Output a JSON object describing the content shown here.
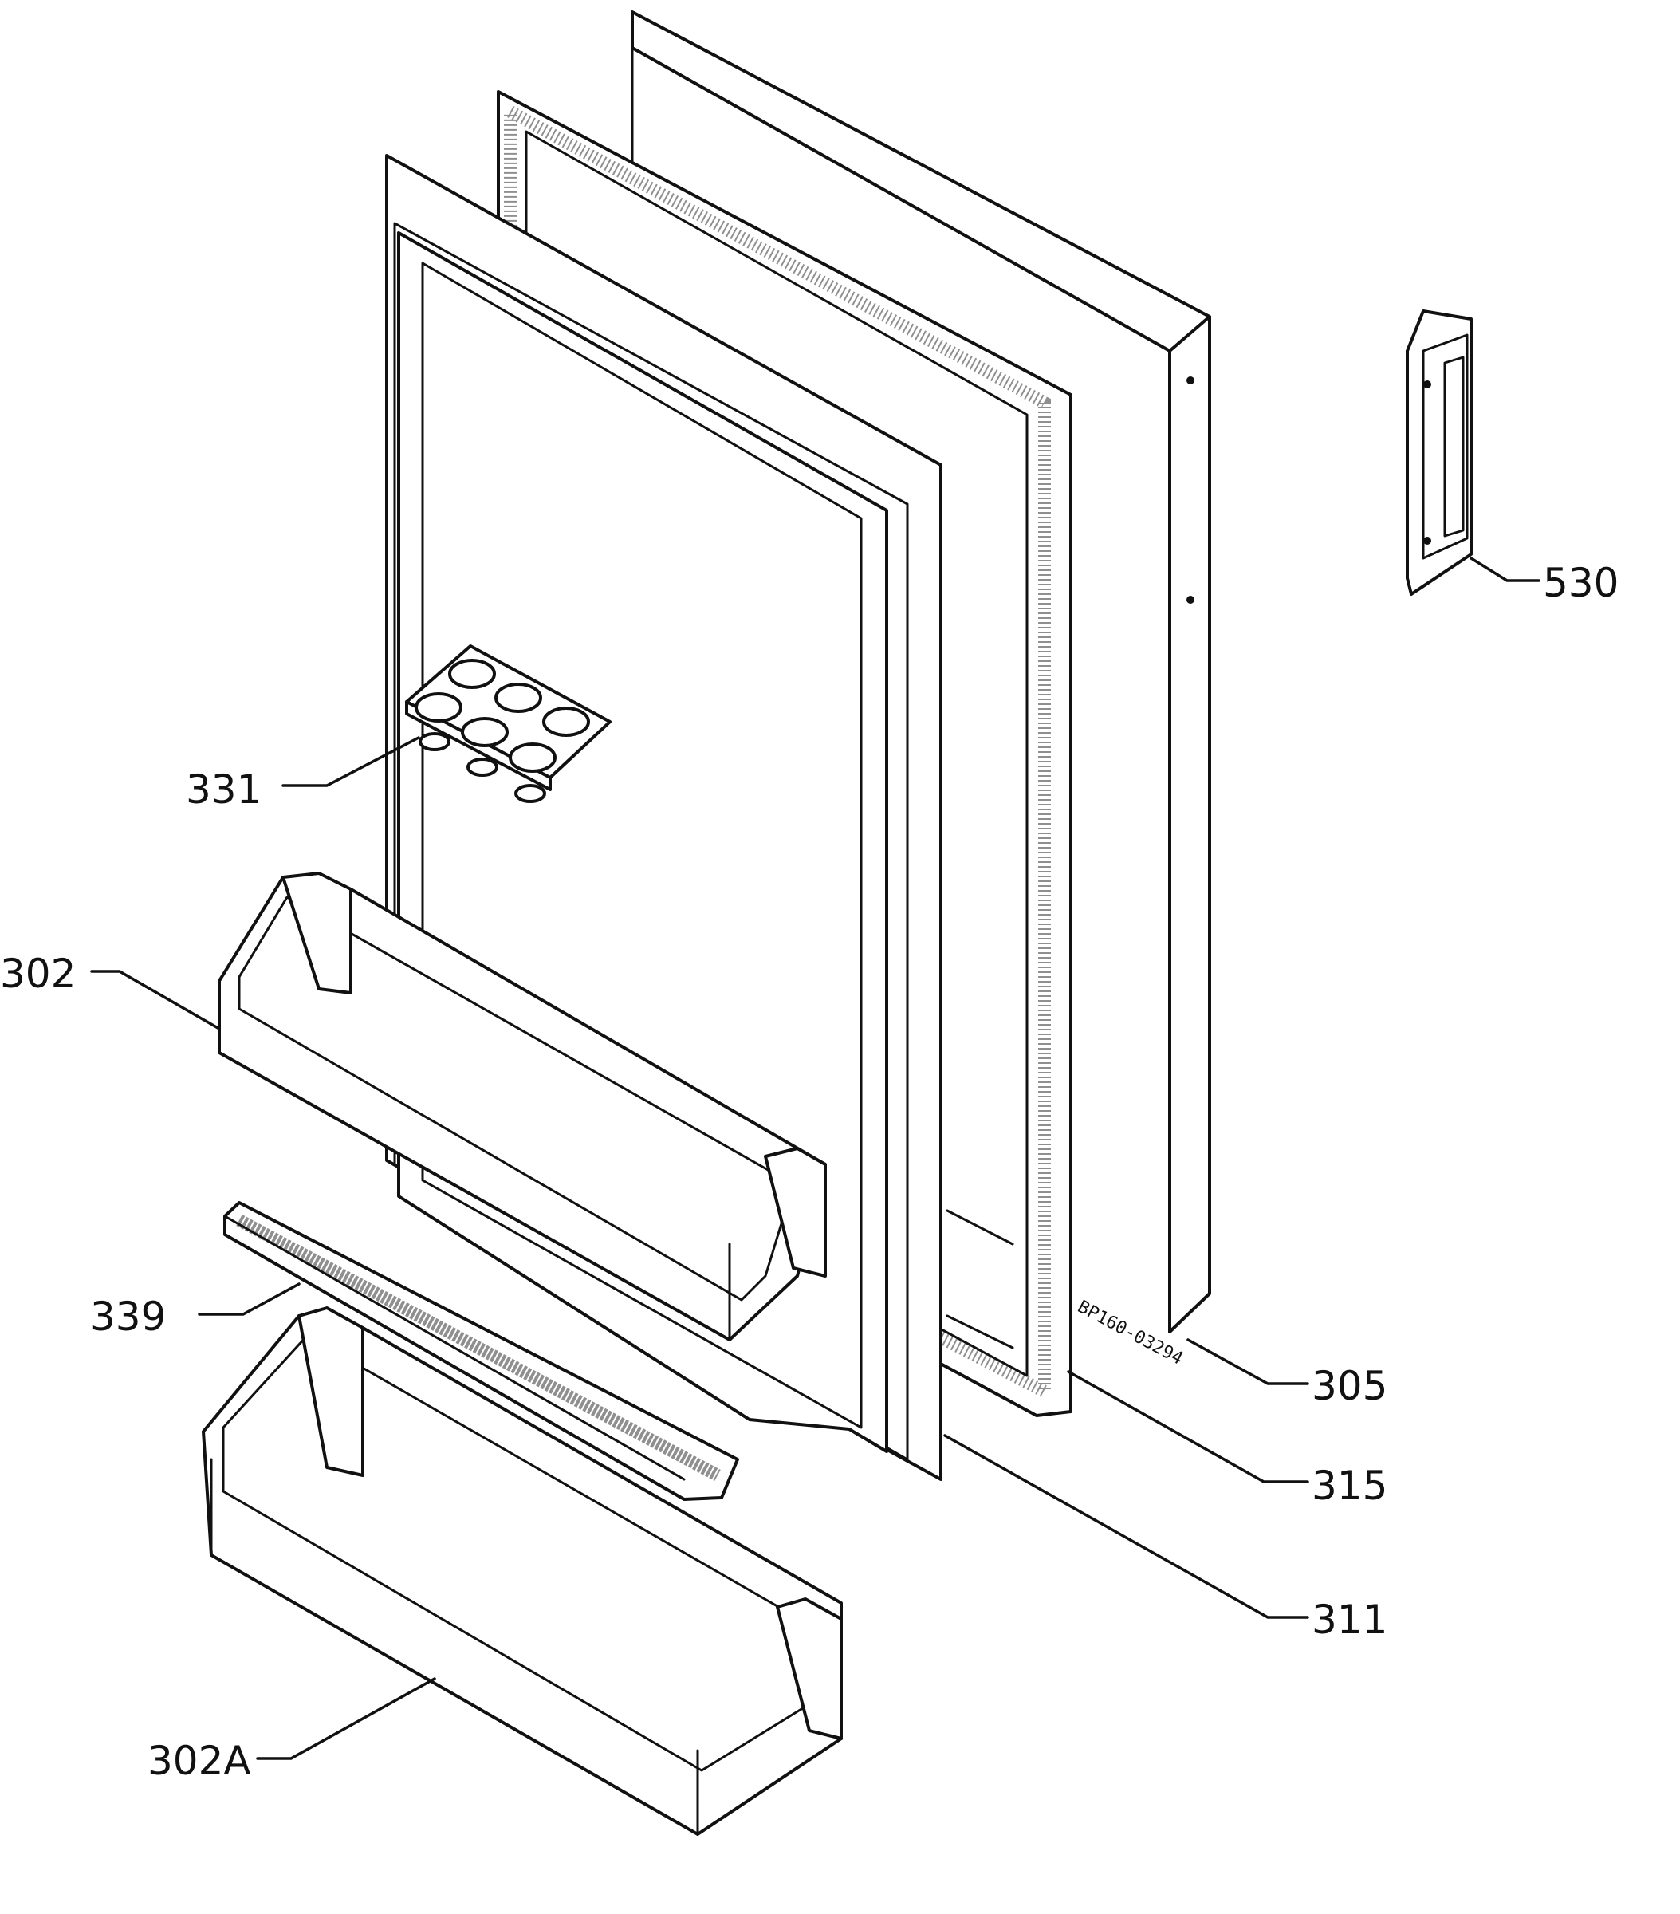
{
  "labels": {
    "p530": "530",
    "p331": "331",
    "p302": "302",
    "p339": "339",
    "p305": "305",
    "p315": "315",
    "p311": "311",
    "p302a": "302A"
  },
  "drawing_code": "BP160-03294",
  "colors": {
    "ink": "#111111",
    "paper": "#ffffff"
  }
}
